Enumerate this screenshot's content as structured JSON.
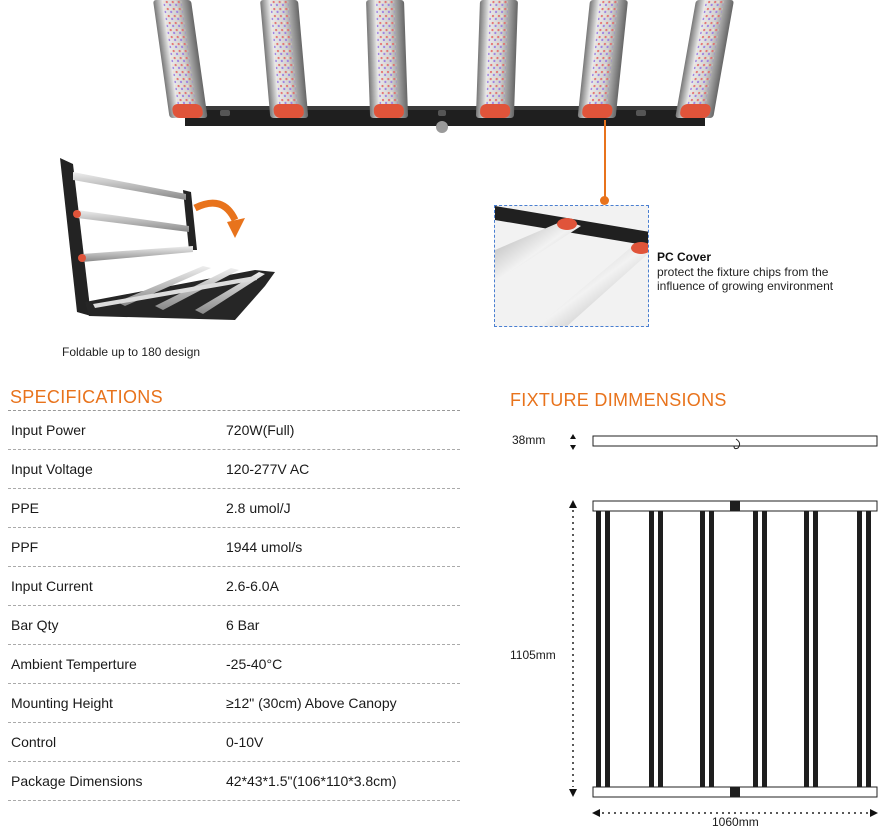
{
  "fold_caption": "Foldable up to 180 design",
  "pc_cover": {
    "title": "PC Cover",
    "line1": "protect the fixture chips from the",
    "line2": "influence of growing environment"
  },
  "specifications": {
    "title": "SPECIFICATIONS",
    "rows": [
      {
        "label": "Input Power",
        "value": "720W(Full)"
      },
      {
        "label": "Input Voltage",
        "value": "120-277V AC"
      },
      {
        "label": "PPE",
        "value": "2.8 umol/J"
      },
      {
        "label": "PPF",
        "value": "1944  umol/s"
      },
      {
        "label": "Input Current",
        "value": "2.6-6.0A"
      },
      {
        "label": "Bar Qty",
        "value": "6 Bar"
      },
      {
        "label": "Ambient Temperture",
        "value": "-25-40°C"
      },
      {
        "label": "Mounting Height",
        "value": "≥12\" (30cm) Above Canopy"
      },
      {
        "label": "Control",
        "value": "0-10V"
      },
      {
        "label": "Package Dimensions",
        "value": "42*43*1.5\"(106*110*3.8cm)"
      }
    ]
  },
  "dimensions": {
    "title": "FIXTURE DIMMENSIONS",
    "height_label": "38mm",
    "length_label": "1105mm",
    "width_label": "1060mm"
  },
  "colors": {
    "accent": "#e8731c",
    "callout_border": "#4a7fd1",
    "fixture": "#1e1e1e"
  }
}
